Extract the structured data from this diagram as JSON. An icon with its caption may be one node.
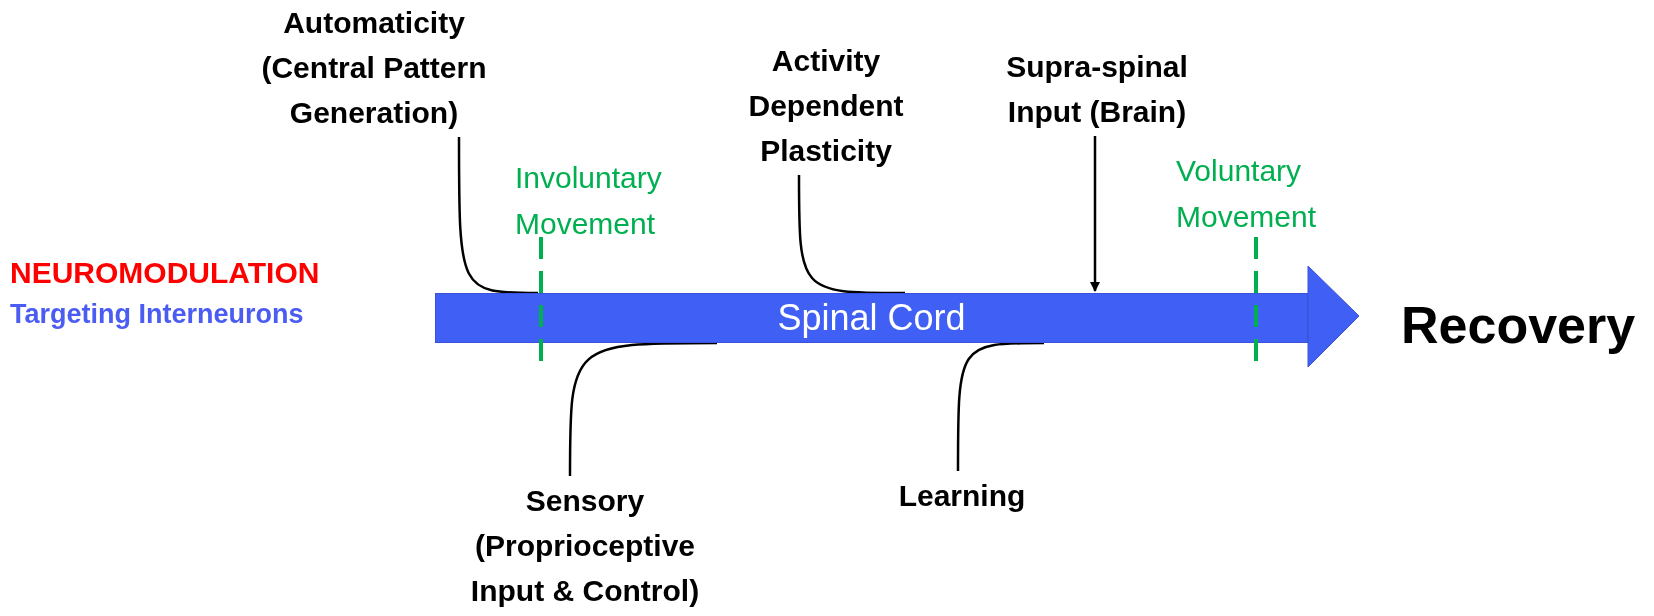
{
  "diagram": {
    "nodes": [
      {
        "text": [
          "Spinal Cord"
        ]
      },
      {
        "text": [
          "Automaticity (Central Pattern Generation)"
        ]
      },
      {
        "text": [
          "Activity Dependent Plasticity"
        ]
      },
      {
        "text": [
          "Supra-spinal Input (Brain)"
        ]
      },
      {
        "text": [
          "Sensory (Proprioceptive Input & Control)"
        ]
      },
      {
        "text": [
          "Learning"
        ]
      }
    ],
    "edges": [
      {
        "from": 1,
        "to": 0,
        "arrow": "none"
      },
      {
        "from": 2,
        "to": 0,
        "arrow": "none"
      },
      {
        "from": 3,
        "to": 0,
        "arrow": "to"
      },
      {
        "from": 4,
        "to": 0,
        "arrow": "none"
      },
      {
        "from": 5,
        "to": 0,
        "arrow": "none"
      }
    ],
    "labels": [
      "NEUROMODULATION",
      "Targeting Interneurons",
      "Involuntary Movement",
      "Voluntary Movement",
      "Recovery"
    ]
  }
}
